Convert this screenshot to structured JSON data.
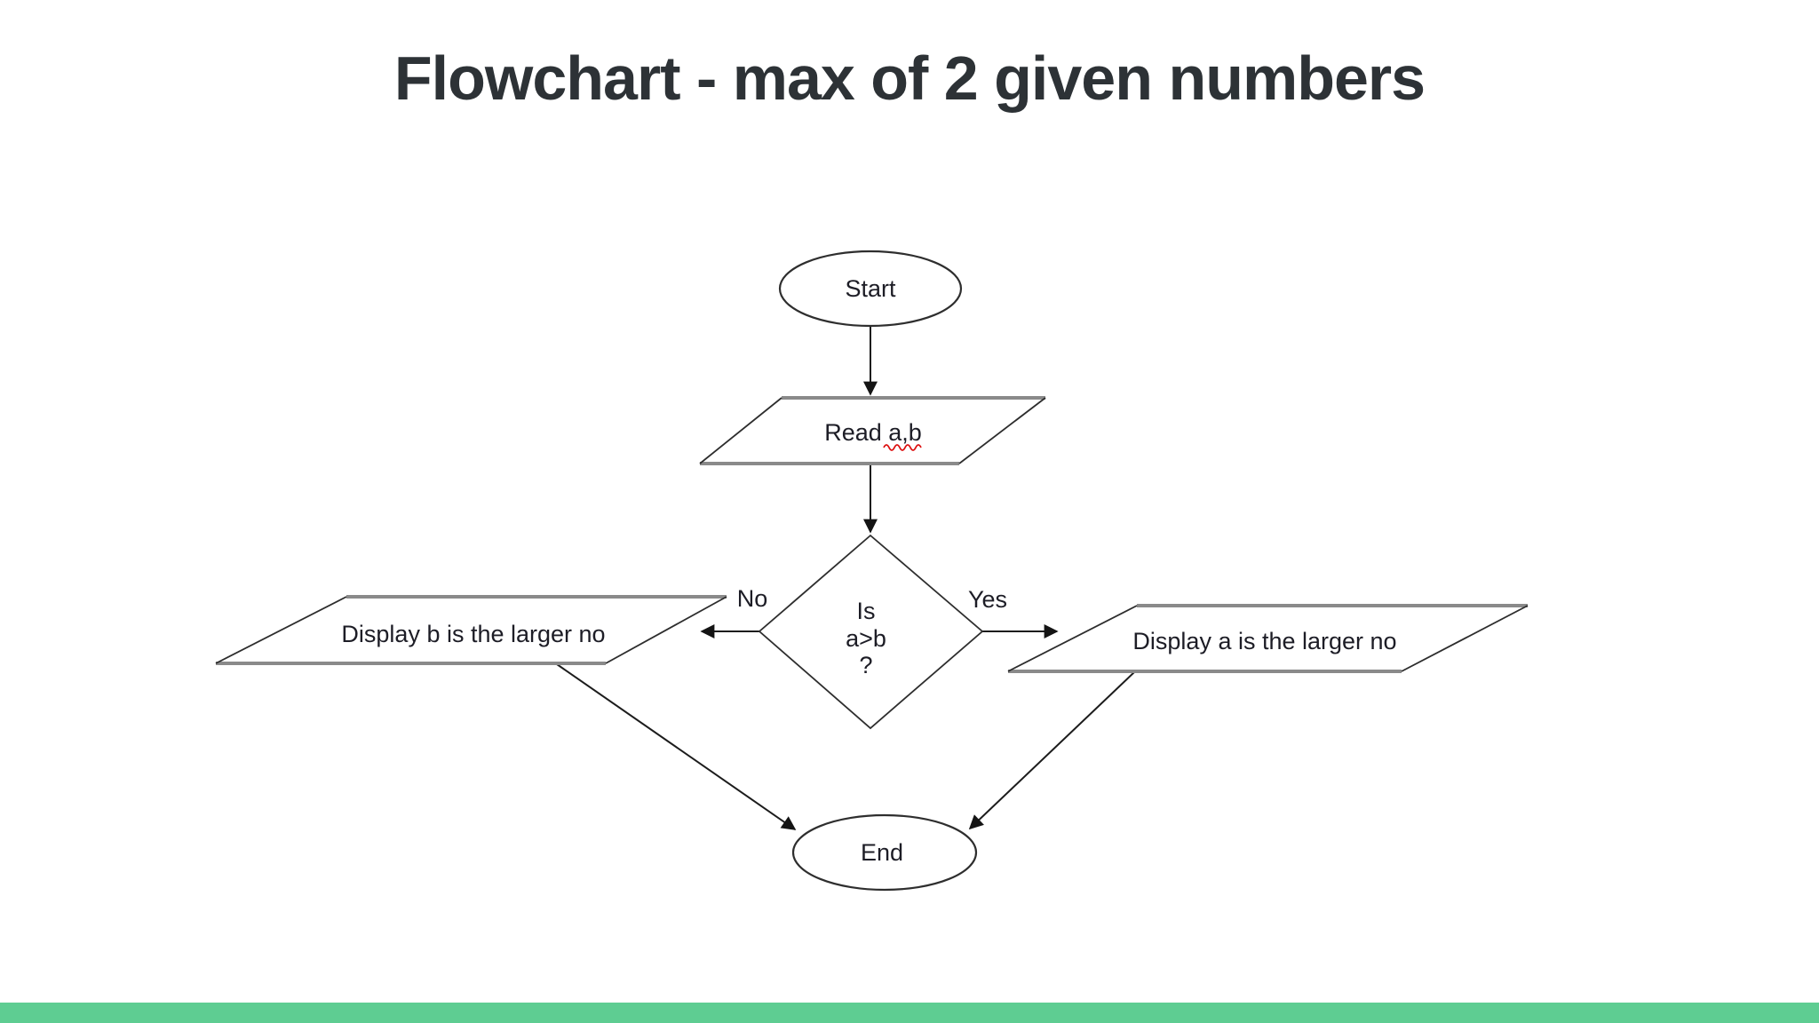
{
  "title": "Flowchart - max of 2 given numbers",
  "flowchart": {
    "nodes": {
      "start": {
        "type": "terminator",
        "label": "Start"
      },
      "read": {
        "type": "input-output",
        "label": "Read a,b"
      },
      "decision": {
        "type": "decision",
        "label": "Is a>b ?",
        "lines": [
          "Is",
          "a>b",
          "?"
        ]
      },
      "display_b": {
        "type": "input-output",
        "label": "Display b is the larger no"
      },
      "display_a": {
        "type": "input-output",
        "label": "Display a is the larger no"
      },
      "end": {
        "type": "terminator",
        "label": "End"
      }
    },
    "edges": [
      {
        "from": "start",
        "to": "read",
        "label": ""
      },
      {
        "from": "read",
        "to": "decision",
        "label": ""
      },
      {
        "from": "decision",
        "to": "display_b",
        "label": "No"
      },
      {
        "from": "decision",
        "to": "display_a",
        "label": "Yes"
      },
      {
        "from": "display_b",
        "to": "end",
        "label": ""
      },
      {
        "from": "display_a",
        "to": "end",
        "label": ""
      }
    ],
    "branch_labels": {
      "no": "No",
      "yes": "Yes"
    }
  },
  "colors": {
    "footer_bar": "#5ecd92",
    "title_text": "#2d3236",
    "shape_outline": "#2e2e2e",
    "thick_horizontal_edge": "#8a8a8a",
    "spellcheck_red": "#dd1111",
    "text": "#1d1d26"
  }
}
